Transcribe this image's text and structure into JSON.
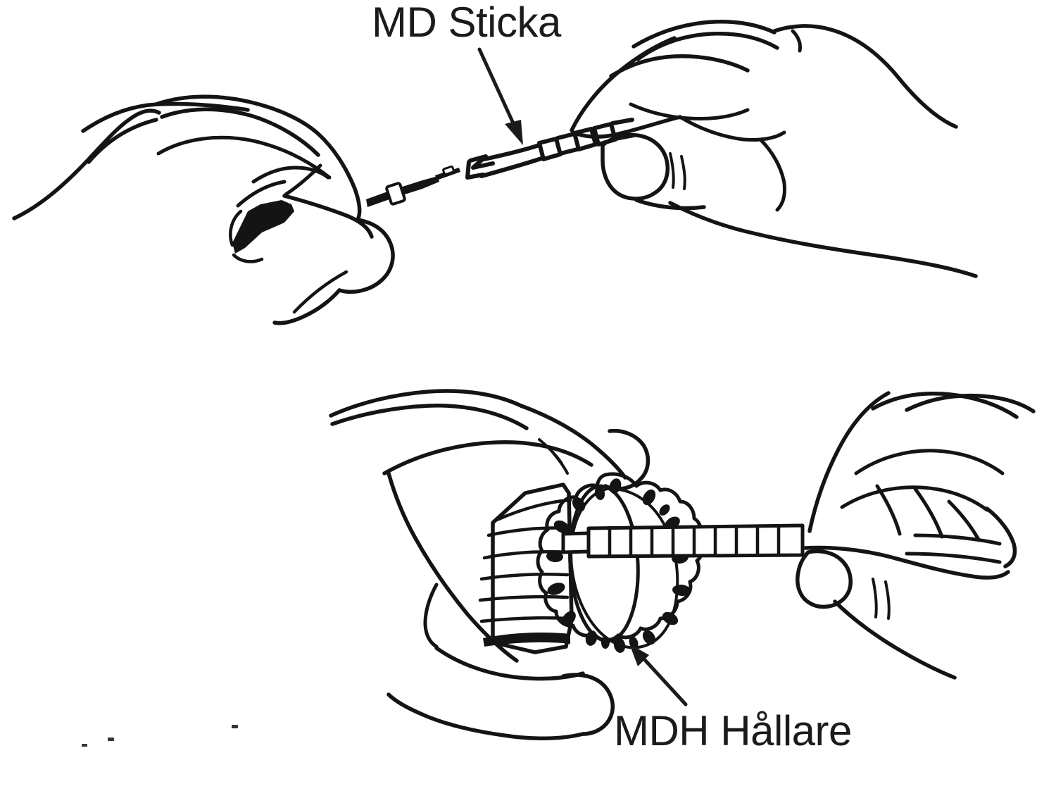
{
  "document": {
    "kind": "line-art-instruction-figure",
    "language": "sv",
    "background_color": "#ffffff",
    "ink_color": "#141414",
    "text_color": "#1b1b1b"
  },
  "labels": {
    "md_sticka": "MD Sticka",
    "mdh_hallare": "MDH Hållare"
  },
  "callouts": [
    {
      "name": "md-sticka-callout",
      "text": "MD Sticka",
      "direction": "down-right",
      "points_to": "segmented probe stick held between the two upper hands"
    },
    {
      "name": "mdh-hallare-callout",
      "text": "MDH Hållare",
      "direction": "up-left",
      "points_to": "dotted oval holder ring in the lower illustration"
    }
  ],
  "panels": [
    {
      "name": "upper-panel",
      "caption_label": "MD Sticka",
      "left_hand": "closed left hand, thumb and index finger pinching a short dark tipped rod",
      "right_hand": "closed right hand, thumb and index finger pinching the banded stick",
      "object": "two-part segmented stick with a forked split end and white collar bands"
    },
    {
      "name": "lower-panel",
      "caption_label": "MDH Hållare",
      "left_hand": "left hand gripping the ribbed cylindrical body of the holder",
      "right_hand": "right hand pinching the free end of the segmented ladder rod",
      "object": "oval holder disc with scalloped perforated rim and a segmented rod passing through it"
    }
  ],
  "icons": {
    "arrow": "arrow-icon",
    "hand_left": "hand-icon",
    "hand_right": "hand-icon",
    "stick": "stick-icon",
    "holder": "ring-icon"
  }
}
